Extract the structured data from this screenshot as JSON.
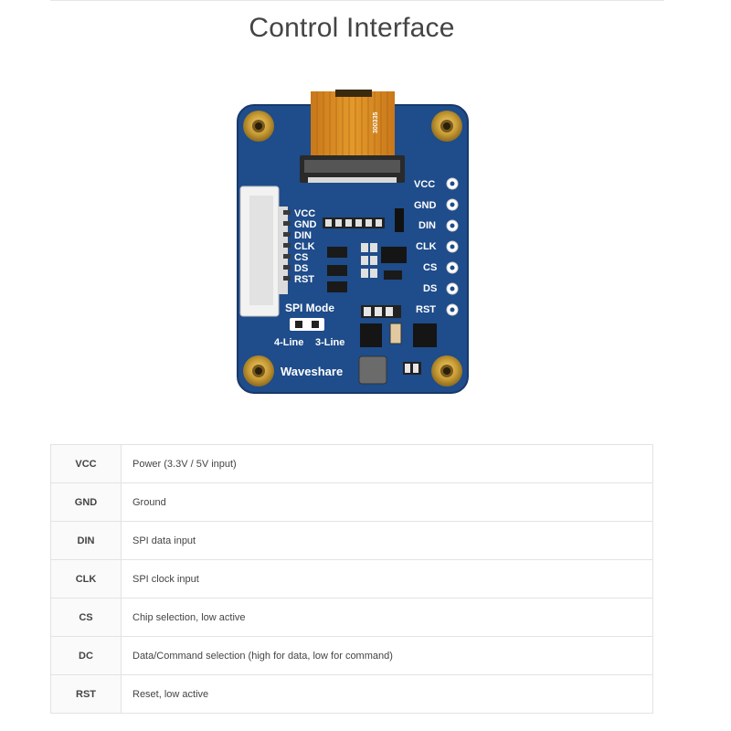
{
  "page": {
    "title": "Control Interface"
  },
  "board": {
    "brand": "Waveshare",
    "fpc_marking": "300335",
    "left_labels": [
      "VCC",
      "GND",
      "DIN",
      "CLK",
      "CS",
      "DS",
      "RST"
    ],
    "right_labels": [
      "VCC",
      "GND",
      "DIN",
      "CLK",
      "CS",
      "DS",
      "RST"
    ],
    "spi_mode_label": "SPI Mode",
    "mode_4line": "4-Line",
    "mode_3line": "3-Line",
    "colors": {
      "pcb": "#1f4c8a",
      "gold": "#c79a33",
      "flex": "#d68a1e"
    }
  },
  "pins": [
    {
      "pin": "VCC",
      "description": "Power (3.3V / 5V input)"
    },
    {
      "pin": "GND",
      "description": "Ground"
    },
    {
      "pin": "DIN",
      "description": "SPI data input"
    },
    {
      "pin": "CLK",
      "description": "SPI clock input"
    },
    {
      "pin": "CS",
      "description": "Chip selection, low active"
    },
    {
      "pin": "DC",
      "description": "Data/Command selection (high for data, low for command)"
    },
    {
      "pin": "RST",
      "description": "Reset, low active"
    }
  ]
}
